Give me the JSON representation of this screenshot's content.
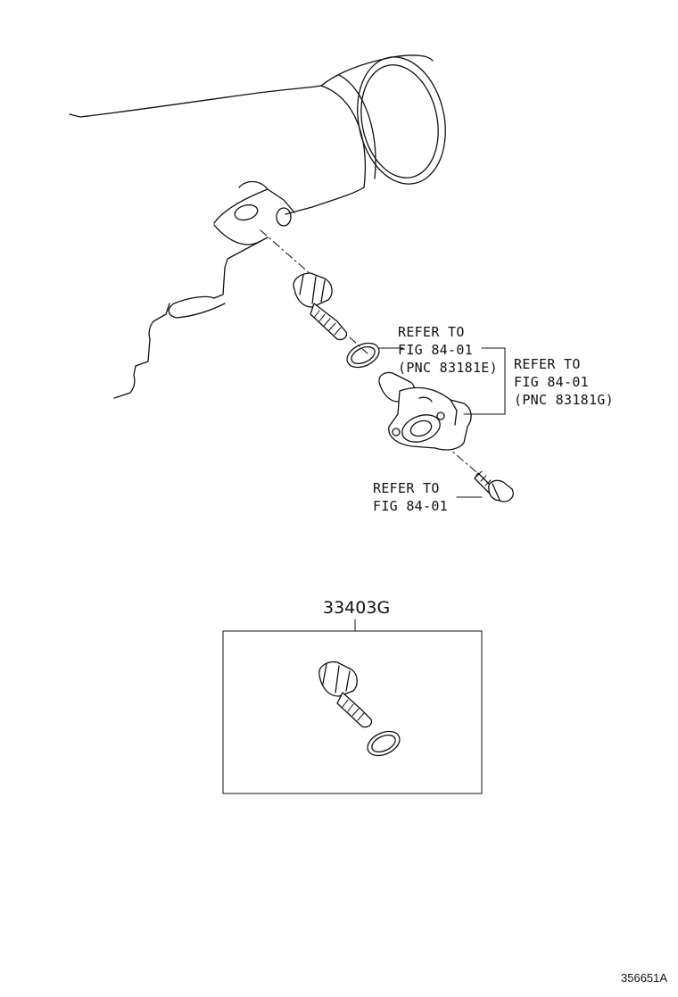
{
  "callouts": {
    "gasket_ref": [
      "REFER TO",
      "FIG 84-01",
      "(PNC 83181E)"
    ],
    "sensor_ref": [
      "REFER TO",
      "FIG 84-01",
      "(PNC 83181G)"
    ],
    "bolt_ref": [
      "REFER TO",
      "FIG 84-01"
    ]
  },
  "kit": {
    "part_number": "33403G"
  },
  "illustration_number": "356651A"
}
